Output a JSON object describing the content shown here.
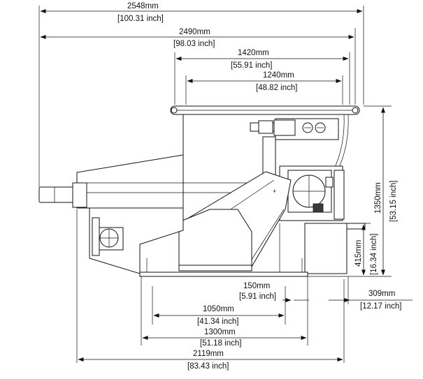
{
  "dimensions": {
    "overall_length": {
      "mm": "2548mm",
      "inch": "[100.31 inch]"
    },
    "rail_length": {
      "mm": "2490mm",
      "inch": "[98.03 inch]"
    },
    "upper_frame": {
      "mm": "1420mm",
      "inch": "[55.91 inch]"
    },
    "upper_span": {
      "mm": "1240mm",
      "inch": "[48.82 inch]"
    },
    "overall_height": {
      "mm": "1350mm",
      "inch": "[53.15 inch]"
    },
    "lower_height": {
      "mm": "415mm",
      "inch": "[16.34 inch]"
    },
    "foot_offset": {
      "mm": "150mm",
      "inch": "[5.91 inch]"
    },
    "rear_offset": {
      "mm": "309mm",
      "inch": "[12.17 inch]"
    },
    "inner_base": {
      "mm": "1050mm",
      "inch": "[41.34 inch]"
    },
    "outer_base": {
      "mm": "1300mm",
      "inch": "[51.18 inch]"
    },
    "overall_base": {
      "mm": "2119mm",
      "inch": "[83.43 inch]"
    }
  }
}
